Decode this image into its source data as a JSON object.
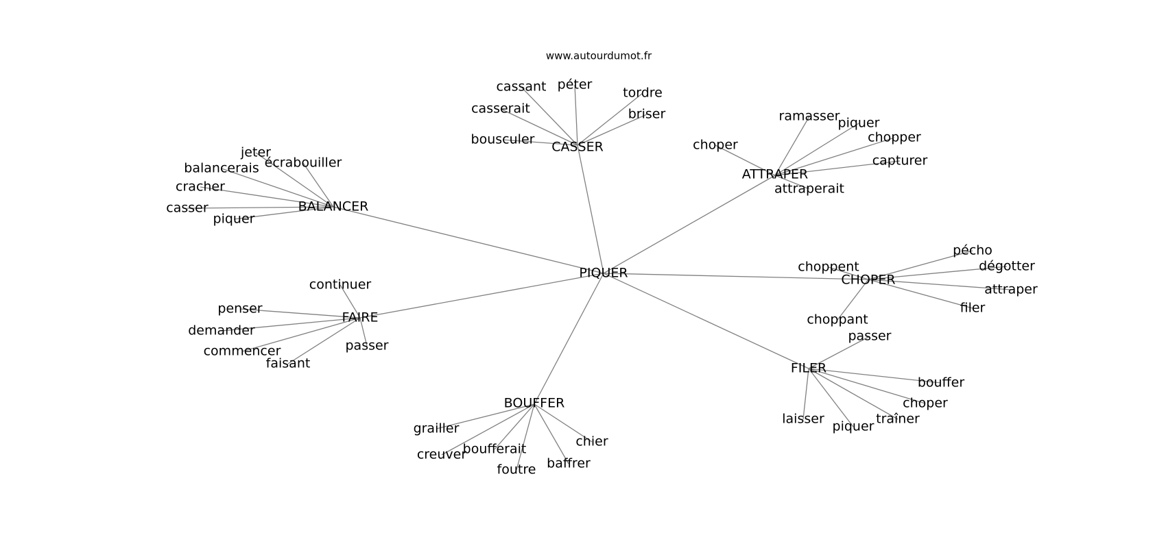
{
  "source_label": "www.autourdumot.fr",
  "center": "PIQUER",
  "groups": [
    {
      "name": "CASSER",
      "words": [
        "cassant",
        "péter",
        "tordre",
        "casserait",
        "briser",
        "bousculer"
      ]
    },
    {
      "name": "ATTRAPER",
      "words": [
        "choper",
        "ramasser",
        "piquer",
        "chopper",
        "capturer",
        "attraperait"
      ]
    },
    {
      "name": "BALANCER",
      "words": [
        "jeter",
        "écrabouiller",
        "balancerais",
        "cracher",
        "casser",
        "piquer"
      ]
    },
    {
      "name": "CHOPER",
      "words": [
        "pécho",
        "choppent",
        "dégotter",
        "attraper",
        "filer",
        "choppant"
      ]
    },
    {
      "name": "FAIRE",
      "words": [
        "continuer",
        "penser",
        "demander",
        "commencer",
        "faisant",
        "passer"
      ]
    },
    {
      "name": "FILER",
      "words": [
        "passer",
        "bouffer",
        "choper",
        "laisser",
        "traîner",
        "piquer"
      ]
    },
    {
      "name": "BOUFFER",
      "words": [
        "grailler",
        "chier",
        "creuver",
        "boufferait",
        "baffrer",
        "foutre"
      ]
    }
  ]
}
